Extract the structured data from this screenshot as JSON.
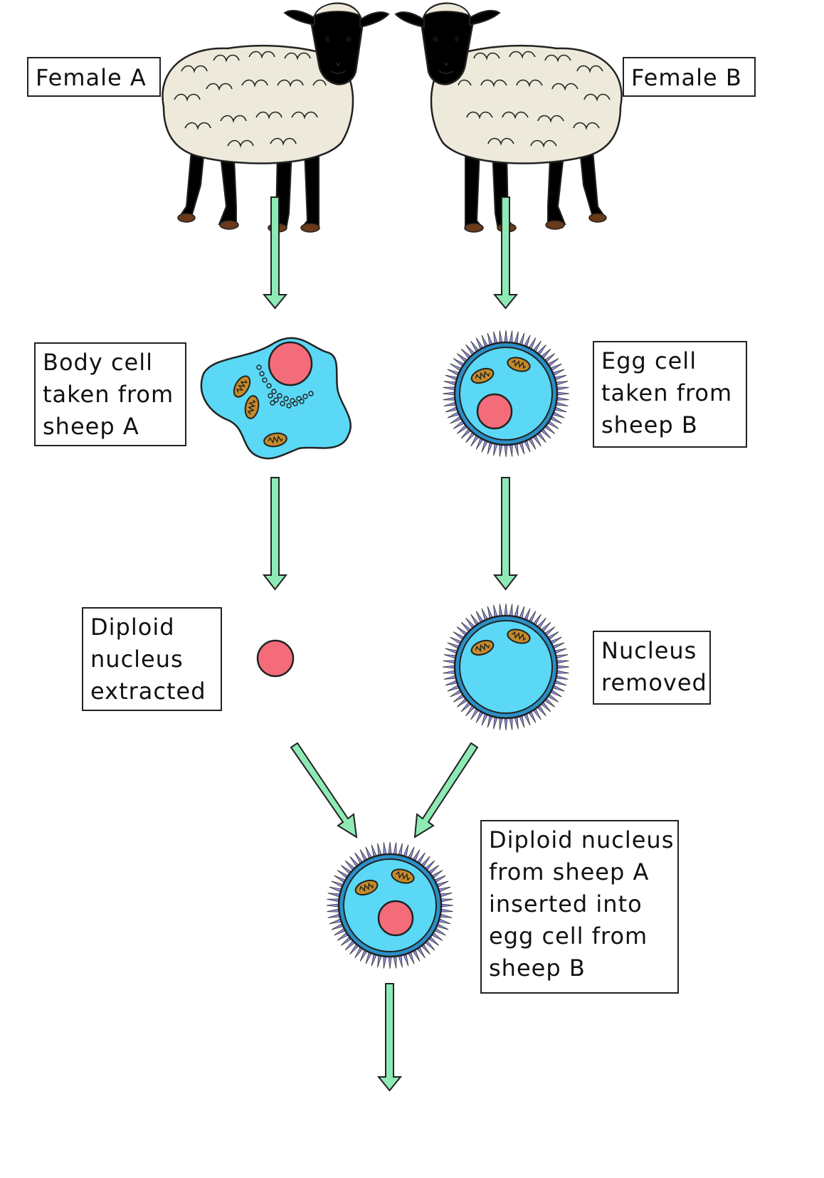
{
  "labels": {
    "female_a": "Female A",
    "female_b": "Female B",
    "body_cell": [
      "Body cell",
      "taken from",
      "sheep A"
    ],
    "egg_cell": [
      "Egg cell",
      "taken from",
      "sheep B"
    ],
    "diploid_extracted": [
      "Diploid",
      "nucleus",
      "extracted"
    ],
    "nucleus_removed": [
      "Nucleus",
      "removed"
    ],
    "inserted": [
      "Diploid nucleus",
      "from sheep A",
      "inserted into",
      "egg cell from",
      "sheep B"
    ]
  },
  "colors": {
    "arrow_fill": "#8eeab5",
    "cytoplasm": "#5ad8f5",
    "nucleus": "#f46c7a",
    "membrane": "#2a8fc8",
    "zona_spikes": "#8f8fe0",
    "mitochondrion": "#c58a2a",
    "wool": "#eeeadb",
    "sheep_b_legs": "#8a5a3a",
    "hoof": "#6a3a1a"
  }
}
